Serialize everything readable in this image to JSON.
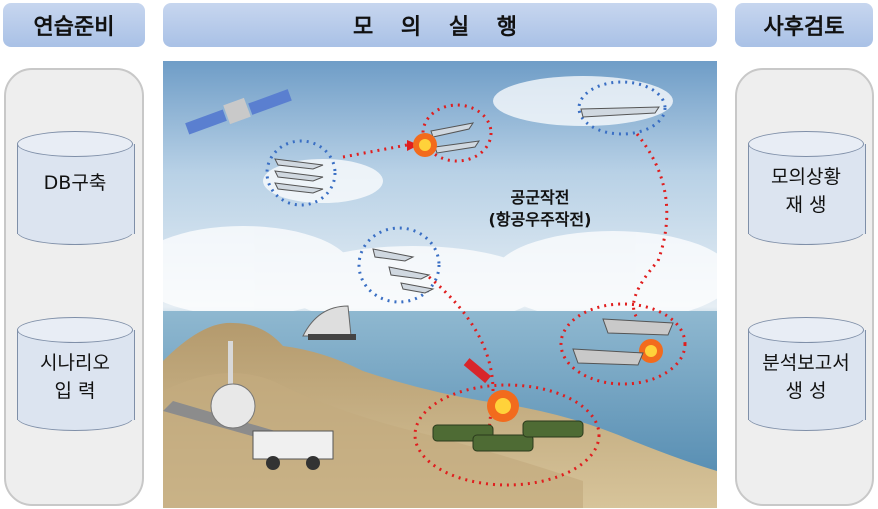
{
  "headers": {
    "left": "연습준비",
    "middle": "모 의 실 행",
    "right": "사후검토"
  },
  "left_items": [
    "DB구축",
    "시나리오\n입    력"
  ],
  "right_items": [
    "모의상황\n재    생",
    "분석보고서\n생    성"
  ],
  "scene": {
    "caption_line1": "공군작전",
    "caption_line2": "(항공우주작전)"
  },
  "colors": {
    "header_fill": "#b7cae9",
    "cylinder_fill": "#dce4f0",
    "blue_dotted": "#3a6fc4",
    "red_dotted": "#e01e1e"
  }
}
